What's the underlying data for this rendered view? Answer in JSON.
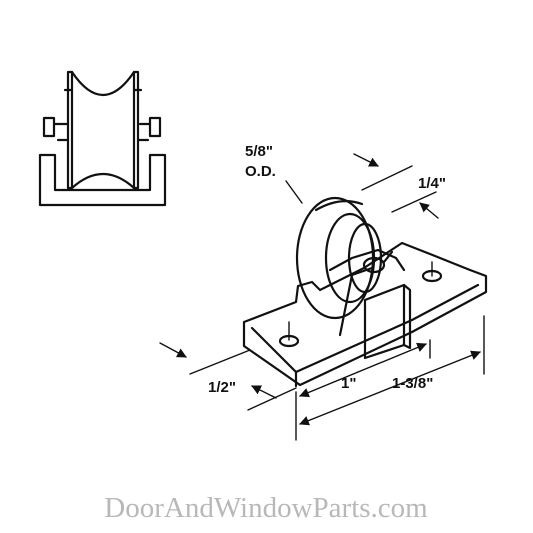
{
  "dimensions": {
    "od_value": "5/8\"",
    "od_unit": "O.D.",
    "width": "1/4\"",
    "height": "1/2\"",
    "hole_spacing": "1\"",
    "length": "1-3/8\""
  },
  "watermark": "DoorAndWindowParts.com"
}
